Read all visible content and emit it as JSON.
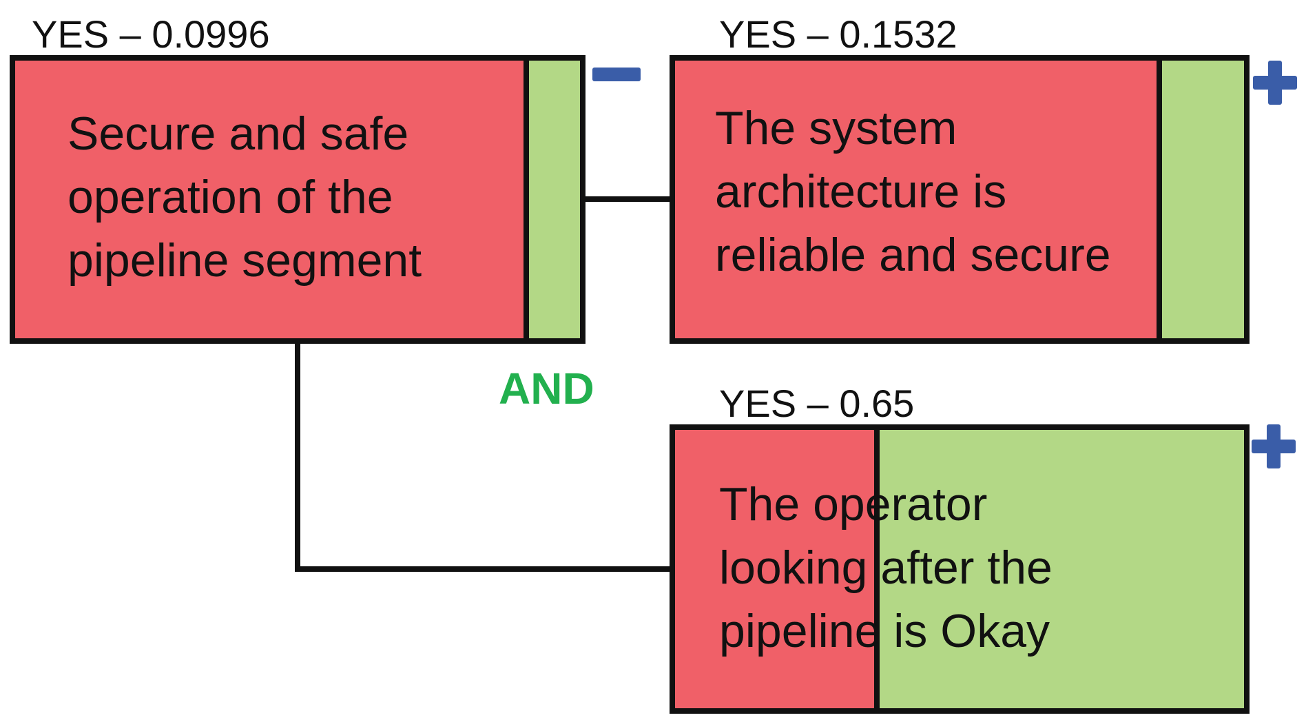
{
  "colors": {
    "no_share": "#f06068",
    "yes_share": "#b3d886",
    "border": "#111111",
    "and_label": "#22b04e",
    "sign": "#3a5da8"
  },
  "diagram": {
    "operator_label": "AND",
    "nodes": [
      {
        "id": "root",
        "yes_label": "YES – 0.0996",
        "yes_probability": 0.0996,
        "text_lines": [
          "Secure and safe",
          "operation of the",
          "pipeline segment"
        ],
        "sign": "minus",
        "sign_icon": "minus-icon"
      },
      {
        "id": "architecture",
        "yes_label": "YES – 0.1532",
        "yes_probability": 0.1532,
        "text_lines": [
          "The system",
          "architecture is",
          "reliable and secure"
        ],
        "sign": "plus",
        "sign_icon": "plus-icon"
      },
      {
        "id": "operator",
        "yes_label": "YES – 0.65",
        "yes_probability": 0.65,
        "text_lines": [
          "The operator",
          "looking after the",
          "pipeline is Okay"
        ],
        "sign": "plus",
        "sign_icon": "plus-icon"
      }
    ]
  }
}
